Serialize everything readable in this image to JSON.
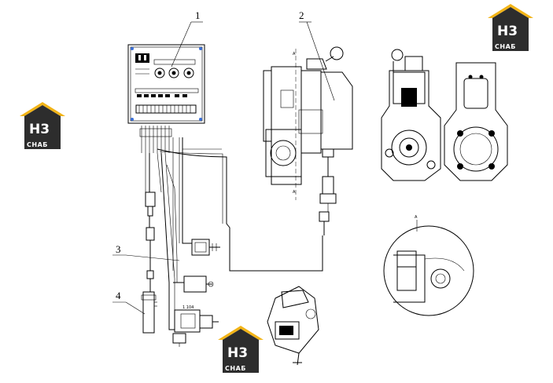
{
  "callouts": [
    {
      "id": "1",
      "label": "1"
    },
    {
      "id": "2",
      "label": "2"
    },
    {
      "id": "3",
      "label": "3"
    },
    {
      "id": "4",
      "label": "4"
    }
  ],
  "watermark": {
    "letters": "H3",
    "subtitle": "CHAБ",
    "colors": {
      "roof": "#f2b417",
      "body": "#2d2d2d"
    }
  },
  "section_mark": {
    "label": "A"
  },
  "colors": {
    "line": "#000000",
    "accent": "#3a6fd8"
  }
}
